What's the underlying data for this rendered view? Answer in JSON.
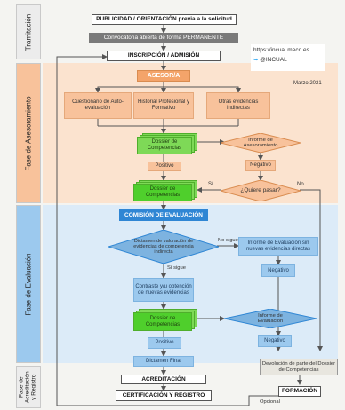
{
  "phases": {
    "tramitacion": "Tramitación",
    "asesoramiento": "Fase de Asesoramiento",
    "evaluacion": "Fase de Evaluación",
    "acreditacion": "Fase de Acreditación y Registro"
  },
  "boxes": {
    "publicidad": "PUBLICIDAD / ORIENTACIÓN previa a la solicitud",
    "convocatoria": "Convocatoria abierta de forma PERMANENTE",
    "inscripcion": "INSCRIPCIÓN / ADMISIÓN",
    "asesor": "ASESOR/A",
    "cuestionario": "Cuestionario de Auto-evaluación",
    "historial": "Historial Profesional y Formativo",
    "otras": "Otras evidencias indirectas",
    "dossier1": "Dossier de Competencias",
    "informe_asesoramiento": "Informe de Asesoramiento",
    "negativo1": "Negativo",
    "positivo1": "Positivo",
    "dossier2": "Dossier de Competencias",
    "quiere_pasar": "¿Quiere pasar?",
    "si": "Sí",
    "no": "No",
    "comision": "COMISIÓN DE EVALUACIÓN",
    "dictamen_valoracion": "Dictamen de valoración de evidencias de competencia indirecta",
    "no_sigue": "No sigue",
    "informe_sin_nuevas": "Informe de Evaluación sin nuevas evidencias directas",
    "si_sigue": "Sí sigue",
    "negativo2": "Negativo",
    "contraste": "Contraste y/u obtención de nuevas evidencias",
    "dossier3": "Dossier de Competencias",
    "informe_evaluacion": "Informe de Evaluación",
    "positivo2": "Positivo",
    "negativo3": "Negativo",
    "dictamen_final": "Dictamen Final",
    "acreditacion": "ACREDITACIÓN",
    "certificacion": "CERTIFICACIÓN Y REGISTRO",
    "devolucion": "Devolución de parte del Dossier de Competencias",
    "formacion": "FORMACIÓN",
    "opcional": "Opcional"
  },
  "info": {
    "url": "https://incual.mecd.es",
    "twitter": "@INCUAL",
    "date": "Marzo 2021"
  },
  "colors": {
    "orange": "#f4a46a",
    "light_orange": "#f8c29b",
    "blue": "#2f86d4",
    "light_blue": "#9cc9ee",
    "green": "#7ed957",
    "gray": "#7a7a7a"
  }
}
